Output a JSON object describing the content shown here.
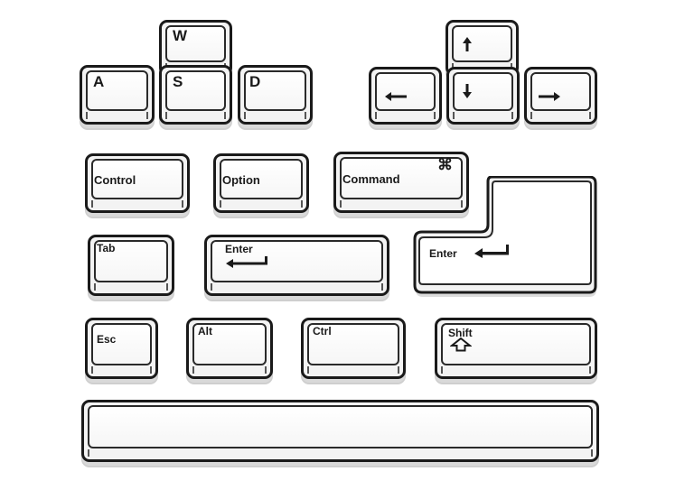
{
  "keys": {
    "w": "W",
    "a": "A",
    "s": "S",
    "d": "D",
    "control": "Control",
    "option": "Option",
    "command": "Command",
    "command_symbol": "⌘",
    "tab": "Tab",
    "enter_wide": "Enter",
    "enter_tall": "Enter",
    "esc": "Esc",
    "alt": "Alt",
    "ctrl": "Ctrl",
    "shift": "Shift"
  },
  "icons": {
    "arrow_up": "arrow-up-icon",
    "arrow_left": "arrow-left-icon",
    "arrow_down": "arrow-down-icon",
    "arrow_right": "arrow-right-icon",
    "enter": "enter-arrow-icon",
    "shift": "shift-arrow-icon"
  }
}
